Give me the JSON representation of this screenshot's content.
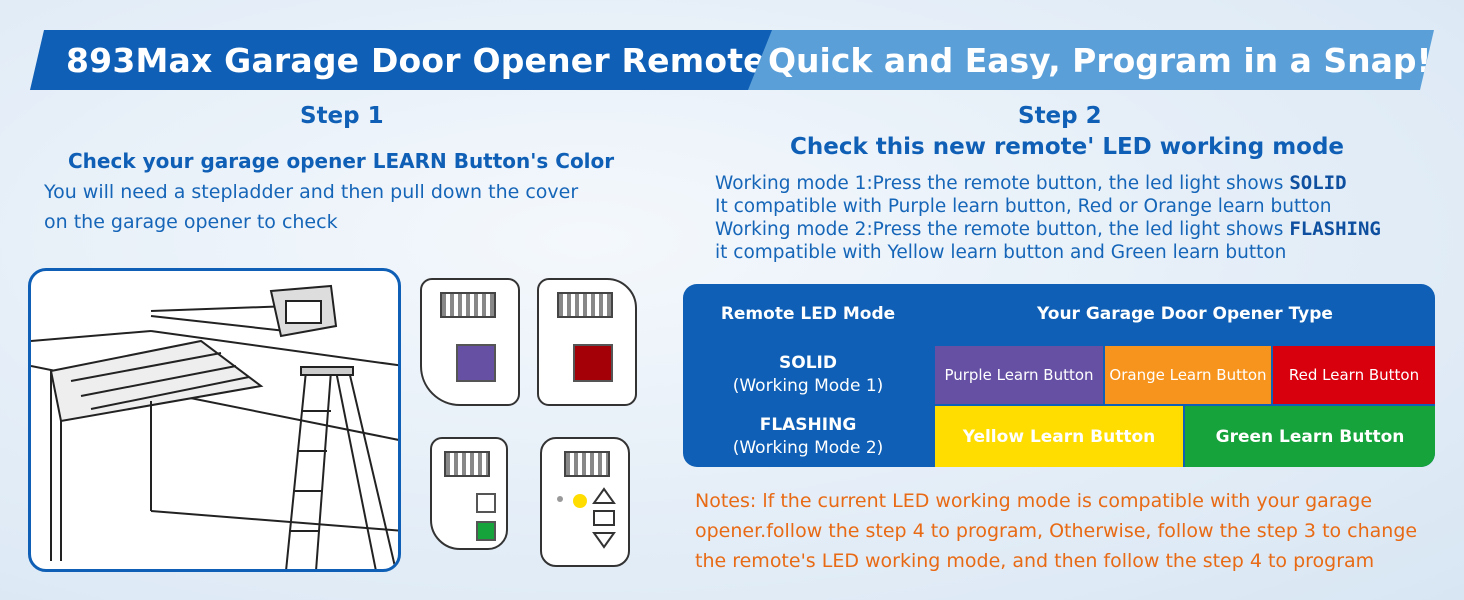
{
  "banner": {
    "left_title": "893Max Garage Door Opener Remote",
    "right_title": "Quick and Easy, Program in a Snap!"
  },
  "step1": {
    "title": "Step 1",
    "subtitle": "Check your garage opener LEARN Button's Color",
    "body_line1": "You will need a stepladder and then pull down the cover",
    "body_line2": "on the garage opener to check"
  },
  "step2": {
    "title": "Step 2",
    "subtitle": "Check this new remote' LED working mode",
    "mode1_prefix": "Working mode 1:Press the remote button, the led light shows ",
    "mode1_emph": "SOLID",
    "mode1_compat": "It compatible with Purple learn button, Red or Orange learn button",
    "mode2_prefix": "Working mode 2:Press the remote button, the led light shows ",
    "mode2_emph": "FLASHING",
    "mode2_compat": "it compatible with Yellow learn button and Green learn button"
  },
  "table": {
    "header_mode": "Remote LED Mode",
    "header_type": "Your Garage Door Opener Type",
    "row1_mode": "SOLID",
    "row1_sub": "(Working Mode 1)",
    "row1_buttons": [
      "Purple Learn Button",
      "Orange Learn Button",
      "Red Learn Button"
    ],
    "row2_mode": "FLASHING",
    "row2_sub": "(Working Mode 2)",
    "row2_buttons": [
      "Yellow Learn Button",
      "Green Learn Button"
    ]
  },
  "notes": {
    "line1": "Notes: lf the current LED working mode is compatible with your garage",
    "line2": "opener.follow the step 4 to program, Otherwise, follow the step 3 to change",
    "line3": "the remote's LED working mode, and then follow the step 4 to program"
  },
  "colors": {
    "primary": "#0e5fb5",
    "banner_light": "#5b9fd9",
    "purple": "#6650a4",
    "orange": "#f7941d",
    "red": "#d9000d",
    "yellow": "#ffdd00",
    "green": "#16a33b",
    "notes": "#e86a14"
  },
  "icons": [
    "garage-ladder-illustration",
    "purple-learn-panel-icon",
    "red-learn-panel-icon",
    "green-learn-panel-icon",
    "remote-control-panel-icon"
  ]
}
